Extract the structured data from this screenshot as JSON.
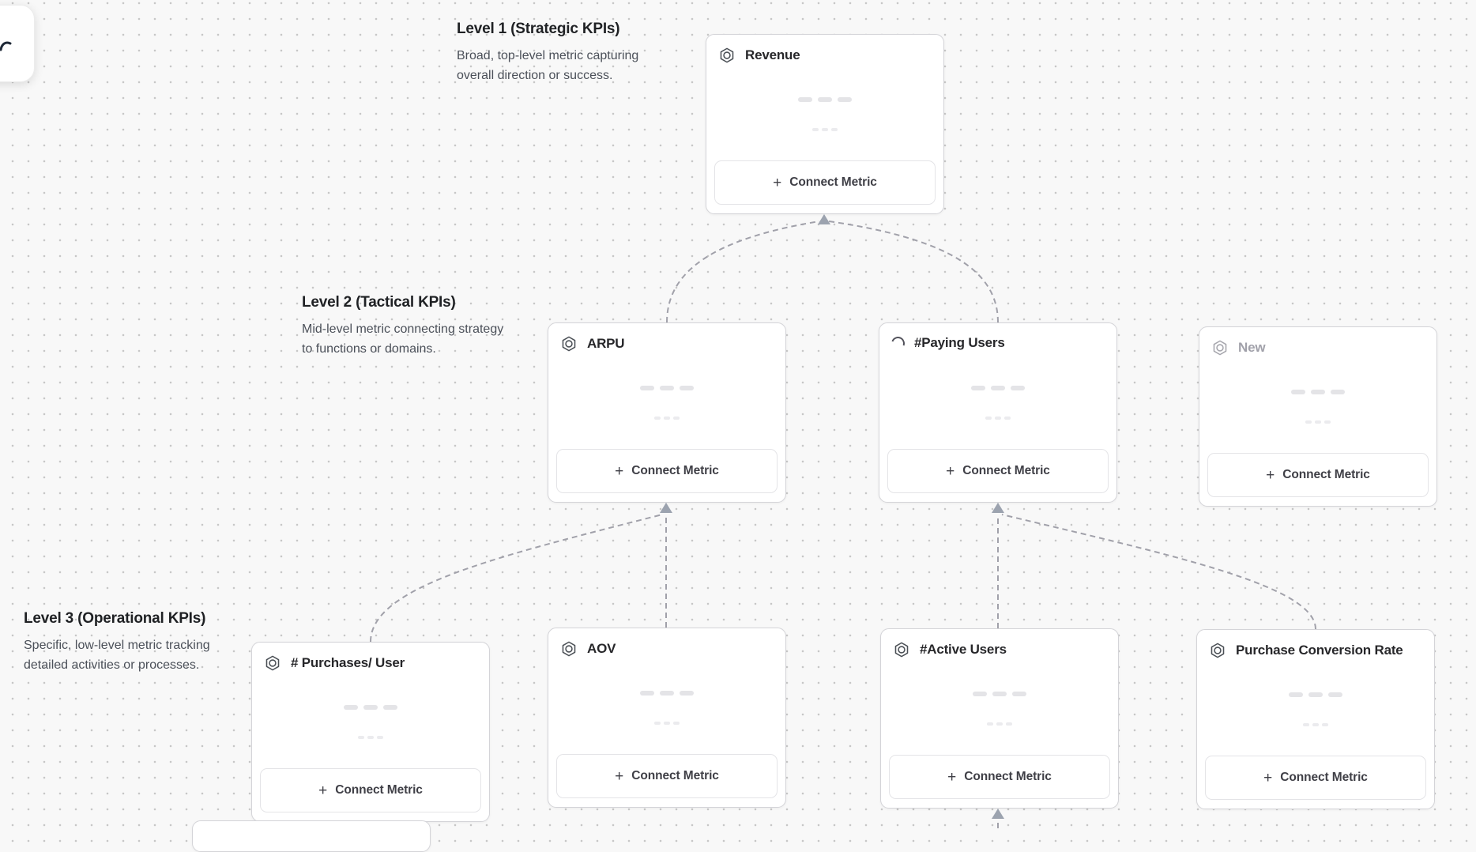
{
  "canvas": {
    "background_color": "#f8f8f8",
    "dot_color": "#c7c7c7",
    "connector_color": "#a1a1aa",
    "arrow_color": "#9ca3af"
  },
  "levels": [
    {
      "title": "Level 1 (Strategic KPIs)",
      "description": "Broad, top-level metric capturing overall direction or success."
    },
    {
      "title": "Level 2 (Tactical KPIs)",
      "description": "Mid-level metric connecting strategy to functions or domains."
    },
    {
      "title": "Level 3 (Operational KPIs)",
      "description": "Specific, low-level metric tracking detailed activities or processes."
    }
  ],
  "cards": [
    {
      "id": "revenue",
      "title": "Revenue",
      "icon": "hexagon-icon",
      "state": "default",
      "button_label": "Connect Metric"
    },
    {
      "id": "arpu",
      "title": "ARPU",
      "icon": "hexagon-icon",
      "state": "default",
      "button_label": "Connect Metric"
    },
    {
      "id": "paying",
      "title": "#Paying Users",
      "icon": "spinner-icon",
      "state": "loading",
      "button_label": "Connect Metric"
    },
    {
      "id": "new",
      "title": "New",
      "icon": "hexagon-icon",
      "state": "muted",
      "button_label": "Connect Metric"
    },
    {
      "id": "purchases",
      "title": "# Purchases/ User",
      "icon": "hexagon-icon",
      "state": "default",
      "button_label": "Connect Metric"
    },
    {
      "id": "aov",
      "title": "AOV",
      "icon": "hexagon-icon",
      "state": "default",
      "button_label": "Connect Metric"
    },
    {
      "id": "active",
      "title": "#Active Users",
      "icon": "hexagon-icon",
      "state": "default",
      "button_label": "Connect Metric"
    },
    {
      "id": "pcr",
      "title": "Purchase Conversion Rate",
      "icon": "hexagon-icon",
      "state": "default",
      "button_label": "Connect Metric"
    }
  ],
  "edges": [
    {
      "from": "ARPU",
      "to": "Revenue"
    },
    {
      "from": "#Paying Users",
      "to": "Revenue"
    },
    {
      "from": "# Purchases/ User",
      "to": "ARPU"
    },
    {
      "from": "AOV",
      "to": "ARPU"
    },
    {
      "from": "#Active Users",
      "to": "#Paying Users"
    },
    {
      "from": "Purchase Conversion Rate",
      "to": "#Paying Users"
    },
    {
      "from": "(offscreen card)",
      "to": "#Active Users"
    }
  ],
  "icons": {
    "plus": "+"
  }
}
